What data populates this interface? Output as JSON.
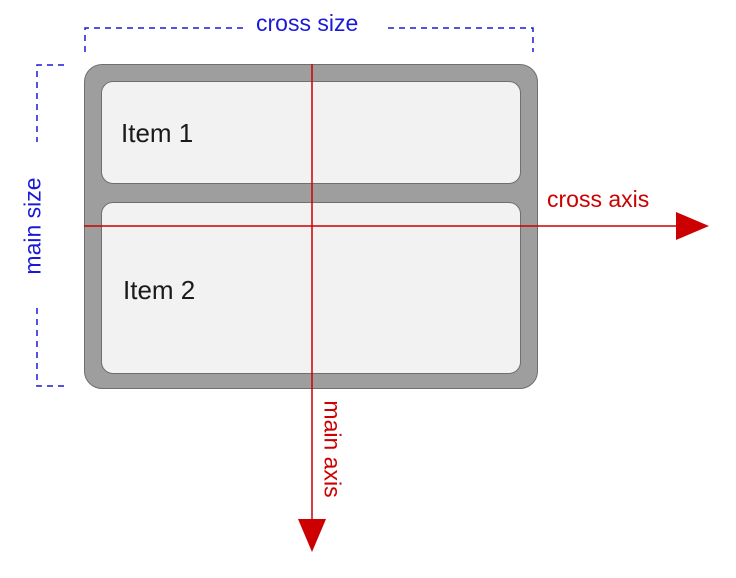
{
  "items": [
    {
      "label": "Item 1"
    },
    {
      "label": "Item 2"
    }
  ],
  "labels": {
    "cross_size": "cross size",
    "main_size": "main size",
    "cross_axis": "cross axis",
    "main_axis": "main axis"
  },
  "colors": {
    "container_fill": "#9e9e9e",
    "container_border": "#6f6f6f",
    "item_fill": "#f2f2f2",
    "axis_red": "#cc0000",
    "size_blue": "#1a1ad6"
  }
}
